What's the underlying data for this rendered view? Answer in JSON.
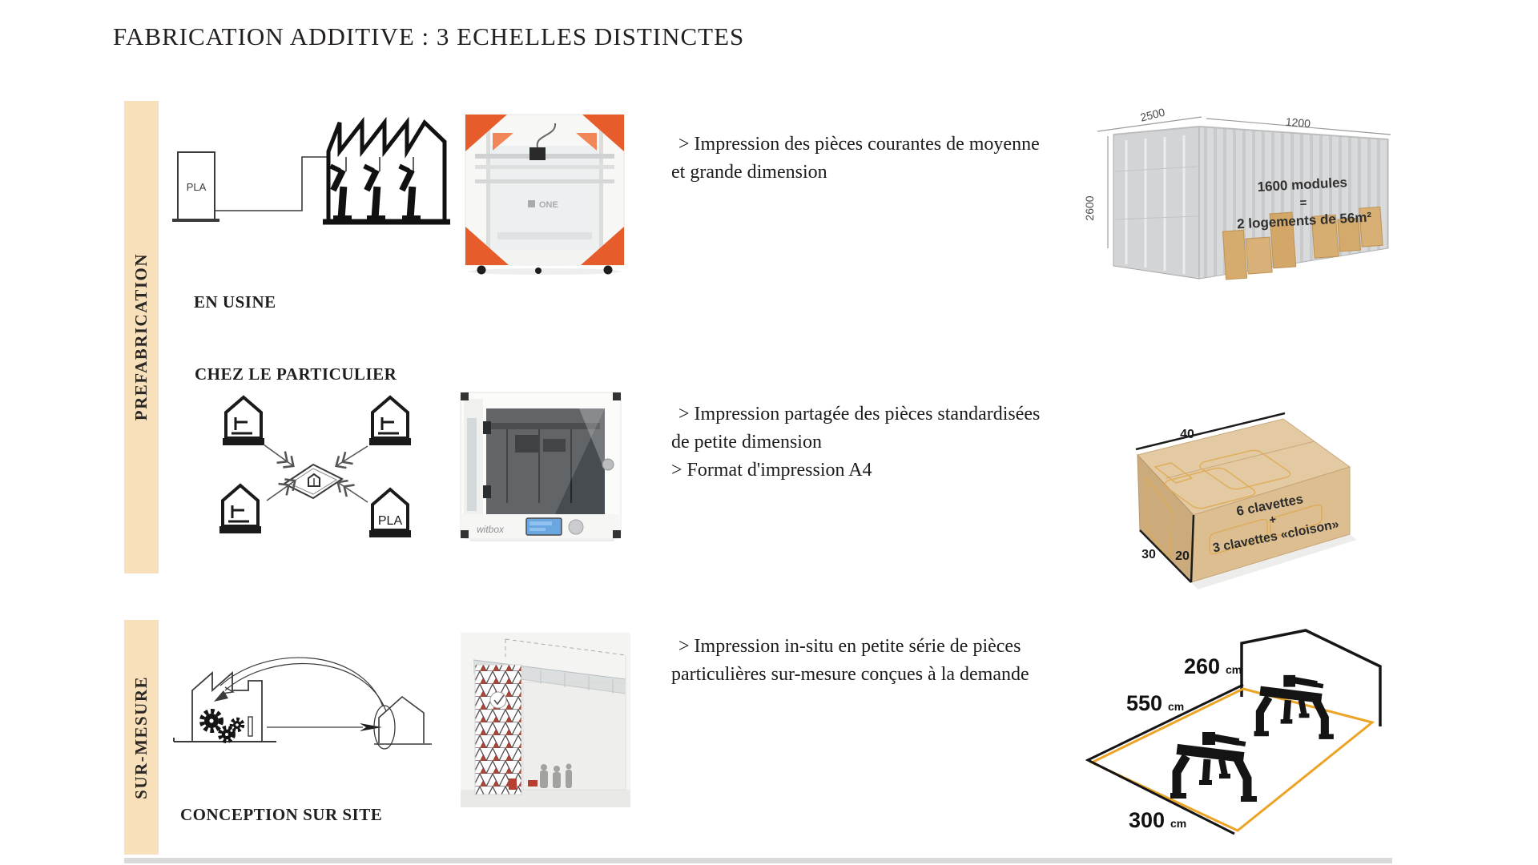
{
  "page": {
    "title": "FABRICATION ADDITIVE : 3 ECHELLES DISTINCTES"
  },
  "bands": {
    "top": "PREFABRICATION",
    "bottom": "SUR-MESURE"
  },
  "row1": {
    "heading": "EN USINE",
    "pla_label": "PLA",
    "desc": [
      "> Impression des pièces courantes  de moyenne",
      "et grande dimension"
    ],
    "printer_logo": "ONE",
    "container": {
      "dim_depth": "2500",
      "dim_length": "1200",
      "dim_height": "2600",
      "caption": [
        "1600 modules",
        "=",
        "2 logements de 56m²"
      ]
    }
  },
  "row2": {
    "heading": "CHEZ LE PARTICULIER",
    "pla_label": "PLA",
    "desc": [
      "> Impression partagée des pièces standardisées",
      "de petite dimension",
      "> Format d'impression A4"
    ],
    "printer_logo": "witbox",
    "box": {
      "dim_length": "40",
      "dim_depth": "30",
      "dim_height": "20",
      "caption": [
        "6 clavettes",
        "+",
        "3 clavettes «cloison»"
      ]
    }
  },
  "row3": {
    "heading": "CONCEPTION SUR SITE",
    "desc": [
      "> Impression in-situ en petite série de pièces",
      "particulières sur-mesure conçues à la demande"
    ],
    "scene": {
      "dim_height": "260",
      "dim_depth": "550",
      "dim_width": "300",
      "unit": "cm"
    }
  },
  "colors": {
    "band_beige": "#f8e1ba",
    "printer_orange": "#e65c2b",
    "floor_orange": "#eca427",
    "carton_tan": "#dcbe90",
    "wireframe_orange": "#dfaa52",
    "text_dark": "#211e1f"
  }
}
